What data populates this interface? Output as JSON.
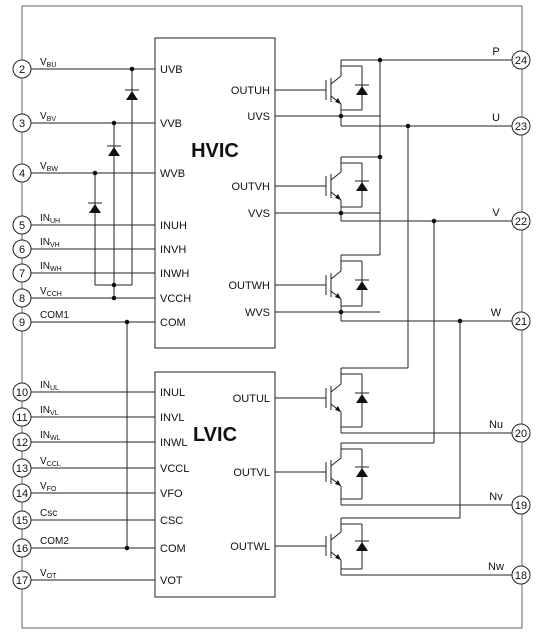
{
  "blocks": {
    "hvic": {
      "title": "HVIC",
      "left_ports": [
        "UVB",
        "VVB",
        "WVB",
        "INUH",
        "INVH",
        "INWH",
        "VCCH",
        "COM"
      ],
      "right_ports": [
        "OUTUH",
        "UVS",
        "OUTVH",
        "VVS",
        "OUTWH",
        "WVS"
      ]
    },
    "lvic": {
      "title": "LVIC",
      "left_ports": [
        "INUL",
        "INVL",
        "INWL",
        "VCCL",
        "VFO",
        "CSC",
        "COM",
        "VOT"
      ],
      "right_ports": [
        "OUTUL",
        "OUTVL",
        "OUTWL"
      ]
    }
  },
  "left_pins": [
    {
      "num": "2",
      "main": "V",
      "sub": "BU"
    },
    {
      "num": "3",
      "main": "V",
      "sub": "BV"
    },
    {
      "num": "4",
      "main": "V",
      "sub": "BW"
    },
    {
      "num": "5",
      "main": "IN",
      "sub": "UH"
    },
    {
      "num": "6",
      "main": "IN",
      "sub": "VH"
    },
    {
      "num": "7",
      "main": "IN",
      "sub": "WH"
    },
    {
      "num": "8",
      "main": "V",
      "sub": "CCH"
    },
    {
      "num": "9",
      "main": "COM1",
      "sub": ""
    },
    {
      "num": "10",
      "main": "IN",
      "sub": "UL"
    },
    {
      "num": "11",
      "main": "IN",
      "sub": "VL"
    },
    {
      "num": "12",
      "main": "IN",
      "sub": "WL"
    },
    {
      "num": "13",
      "main": "V",
      "sub": "CCL"
    },
    {
      "num": "14",
      "main": "V",
      "sub": "FO"
    },
    {
      "num": "15",
      "main": "Csc",
      "sub": ""
    },
    {
      "num": "16",
      "main": "COM2",
      "sub": ""
    },
    {
      "num": "17",
      "main": "V",
      "sub": "OT"
    }
  ],
  "right_pins": [
    {
      "num": "24",
      "label": "P"
    },
    {
      "num": "23",
      "label": "U"
    },
    {
      "num": "22",
      "label": "V"
    },
    {
      "num": "21",
      "label": "W"
    },
    {
      "num": "20",
      "label": "Nu"
    },
    {
      "num": "19",
      "label": "Nv"
    },
    {
      "num": "18",
      "label": "Nw"
    }
  ]
}
